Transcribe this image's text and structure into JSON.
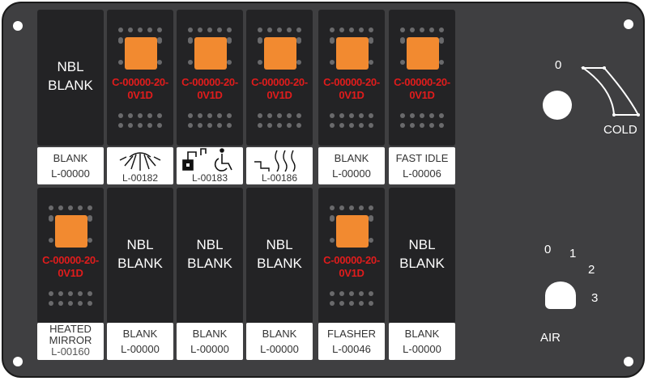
{
  "switches": [
    {
      "kind": "nbl",
      "line1": "NBL",
      "line2": "BLANK"
    },
    {
      "kind": "lamp",
      "part1": "C-00000-20-",
      "part2": "0V1D"
    },
    {
      "kind": "lamp",
      "part1": "C-00000-20-",
      "part2": "0V1D"
    },
    {
      "kind": "lamp",
      "part1": "C-00000-20-",
      "part2": "0V1D"
    },
    {
      "kind": "lamp",
      "part1": "C-00000-20-",
      "part2": "0V1D"
    },
    {
      "kind": "lamp",
      "part1": "C-00000-20-",
      "part2": "0V1D"
    },
    {
      "kind": "lamp",
      "part1": "C-00000-20-",
      "part2": "0V1D"
    },
    {
      "kind": "nbl",
      "line1": "NBL",
      "line2": "BLANK"
    },
    {
      "kind": "nbl",
      "line1": "NBL",
      "line2": "BLANK"
    },
    {
      "kind": "nbl",
      "line1": "NBL",
      "line2": "BLANK"
    },
    {
      "kind": "lamp",
      "part1": "C-00000-20-",
      "part2": "0V1D"
    },
    {
      "kind": "nbl",
      "line1": "NBL",
      "line2": "BLANK"
    }
  ],
  "labels": [
    {
      "line1": "BLANK",
      "line2": "L-00000"
    },
    {
      "icon": "sun-icon",
      "code": "L-00182"
    },
    {
      "icon": "lock-wheelchair-icon",
      "code": "L-00183"
    },
    {
      "icon": "step-heat-icon",
      "code": "L-00186"
    },
    {
      "line1": "BLANK",
      "line2": "L-00000"
    },
    {
      "line1": "FAST IDLE",
      "line2": "L-00006"
    },
    {
      "line1": "HEATED",
      "line2": "MIRROR",
      "line3": "L-00160"
    },
    {
      "line1": "BLANK",
      "line2": "L-00000"
    },
    {
      "line1": "BLANK",
      "line2": "L-00000"
    },
    {
      "line1": "BLANK",
      "line2": "L-00000"
    },
    {
      "line1": "FLASHER",
      "line2": "L-00046"
    },
    {
      "line1": "BLANK",
      "line2": "L-00000"
    }
  ],
  "temp_knob": {
    "zero": "0",
    "label": "COLD"
  },
  "air_knob": {
    "pos0": "0",
    "pos1": "1",
    "pos2": "2",
    "pos3": "3",
    "label": "AIR"
  },
  "colors": {
    "panel": "#3f3f41",
    "switch": "#232325",
    "lamp": "#f28a30",
    "part_number": "#e01c1c"
  }
}
